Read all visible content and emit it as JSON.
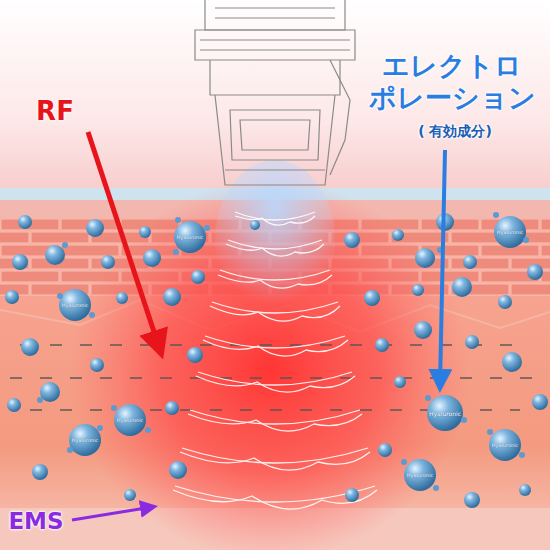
{
  "diagram": {
    "labels": [
      "RF",
      "エレクトロ ポレーション",
      "( 有効成分)",
      "EMS",
      "Hyaluronic",
      "Hyaluronic",
      "Hyaluronic",
      "Hyaluronic",
      "Hyaluronic",
      "Hyaluronic",
      "Hyaluronic",
      "Hyaluronic"
    ]
  }
}
